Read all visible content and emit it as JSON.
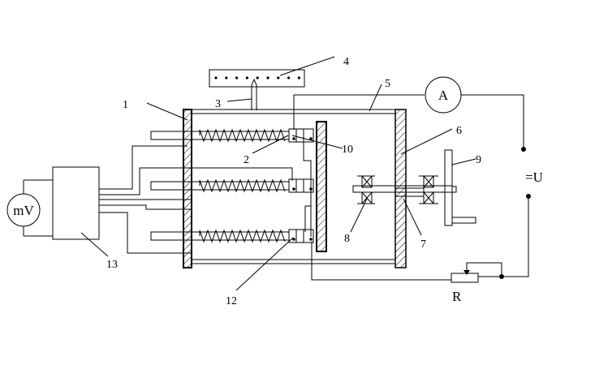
{
  "labels": {
    "part_1": "1",
    "part_2": "2",
    "part_3": "3",
    "part_4": "4",
    "part_5": "5",
    "part_6": "6",
    "part_7": "7",
    "part_8": "8",
    "part_9": "9",
    "part_10": "10",
    "part_12": "12",
    "part_13": "13",
    "ammeter": "A",
    "millivoltmeter": "mV",
    "resistor": "R",
    "voltage_source": "=U"
  },
  "colors": {
    "ink": "#000000",
    "paper": "#ffffff"
  }
}
